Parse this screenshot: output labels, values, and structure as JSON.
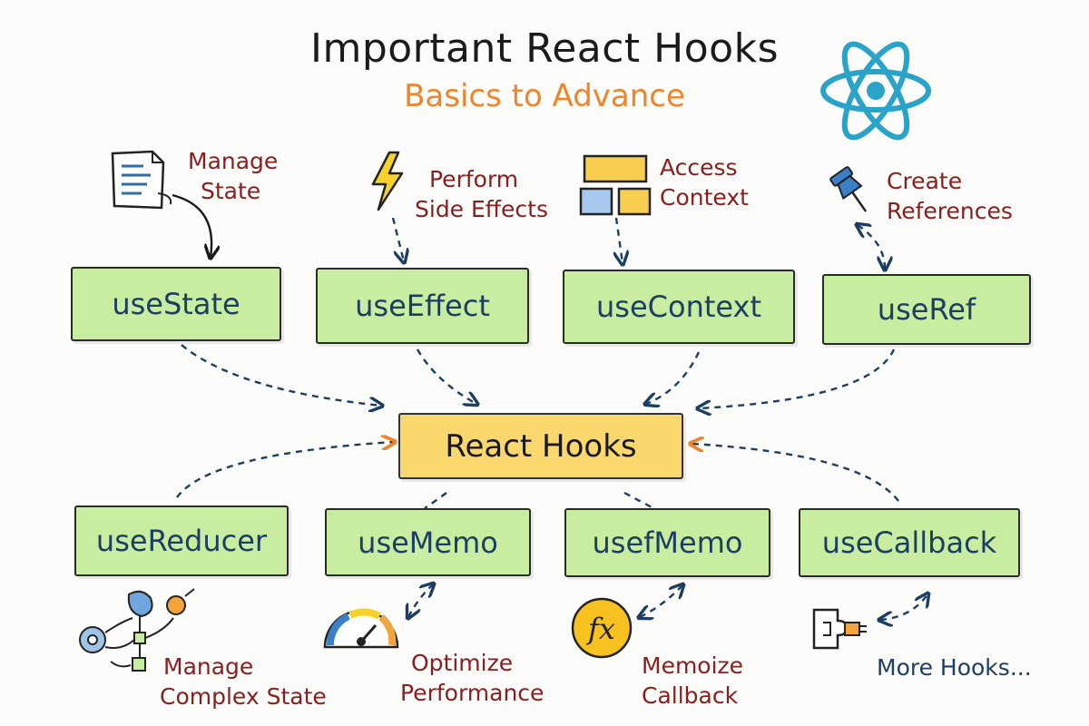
{
  "title": "Important React Hooks",
  "subtitle": "Basics to Advance",
  "center_label": "React Hooks",
  "top_hooks": [
    {
      "name": "useState",
      "note_line1": "Manage",
      "note_line2": "State"
    },
    {
      "name": "useEffect",
      "note_line1": "Perform",
      "note_line2": "Side Effects"
    },
    {
      "name": "useContext",
      "note_line1": "Access",
      "note_line2": "Context"
    },
    {
      "name": "useRef",
      "note_line1": "Create",
      "note_line2": "References"
    }
  ],
  "bottom_hooks": [
    {
      "name": "useReducer",
      "note_line1": "Manage",
      "note_line2": "Complex State"
    },
    {
      "name": "useMemo",
      "note_line1": "Optimize",
      "note_line2": "Performance"
    },
    {
      "name": "usefMemo",
      "note_line1": "Memoize",
      "note_line2": "Callback"
    },
    {
      "name": "useCallback",
      "note_line1": "More Hooks...",
      "note_line2": ""
    }
  ],
  "colors": {
    "box_fill": "#c9eda0",
    "center_fill": "#fbd86d",
    "hook_text": "#1d3e63",
    "note_text": "#8c1d1d",
    "subtitle": "#f0842a",
    "arrow_blue": "#1d3e63",
    "arrow_orange": "#f0842a",
    "react_logo": "#2aa3c8"
  },
  "icons": [
    "react-logo-icon",
    "document-icon",
    "lightning-icon",
    "context-blocks-icon",
    "pushpin-icon",
    "gears-network-icon",
    "speedometer-icon",
    "fx-function-icon",
    "puzzle-plug-icon"
  ]
}
